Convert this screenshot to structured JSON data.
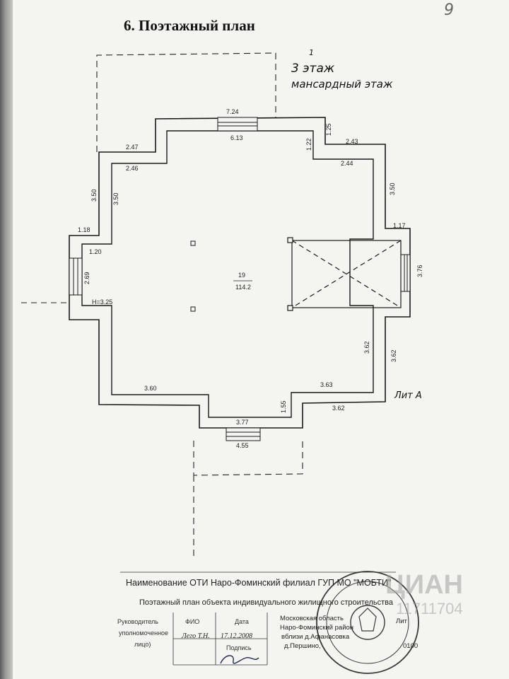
{
  "document": {
    "title": "6. Поэтажный план",
    "corner_mark": "9"
  },
  "plan": {
    "floor_label": "3 этаж",
    "floor_sub": "мансардный этаж",
    "floor_index": "1",
    "room_number": "19",
    "room_area": "114.2",
    "lit_label": "Лит А",
    "height_label": "H=3.25",
    "dimensions": {
      "top_outer": "7.24",
      "top_window": "6.13",
      "top_left_outer": "2.47",
      "top_left_inner": "2.46",
      "top_right_outer": "2.43",
      "top_right_inner": "2.44",
      "top_right_step_outer": "1.25",
      "top_right_step_inner": "1.22",
      "left_upper_outer": "3.50",
      "left_upper_inner": "3.50",
      "right_upper": "3.50",
      "left_window_outer": "1.18",
      "left_window_inner": "1.20",
      "left_window_span": "2.69",
      "right_window_outer": "1.17",
      "right_window_span": "3.76",
      "right_lower_inner": "3.62",
      "right_lower_outer": "3.62",
      "bottom_left": "3.60",
      "bottom_right_inner": "3.63",
      "bottom_right_outer": "3.62",
      "bottom_step": "1.55",
      "bottom_window_inner": "3.77",
      "bottom_window_outer": "4.55"
    }
  },
  "footer": {
    "org_line": "Наименование ОТИ Наро-Фоминский филиал ГУП МО \"МОБТИ\"",
    "plan_type": "Поэтажный план объекта индивидуального жилищного строительства",
    "responsible_label": "Руководитель",
    "responsible_sub": "уполномоченное",
    "responsible_sub2": "лицо)",
    "fio_label": "ФИО",
    "fio_value": "Лего Т.Н.",
    "date_label": "Дата",
    "date_value": "17.12.2008",
    "signature_label": "Подпись",
    "address_line1": "Московская область",
    "address_line2": "Наро-Фоминский район",
    "address_line3": "вблизи д.Афанасовка",
    "address_line4": "д.Першино,",
    "address_suffix": "Лит",
    "address_code": "0100"
  },
  "watermark": {
    "brand": "ЦИАН",
    "id": "11711704"
  }
}
